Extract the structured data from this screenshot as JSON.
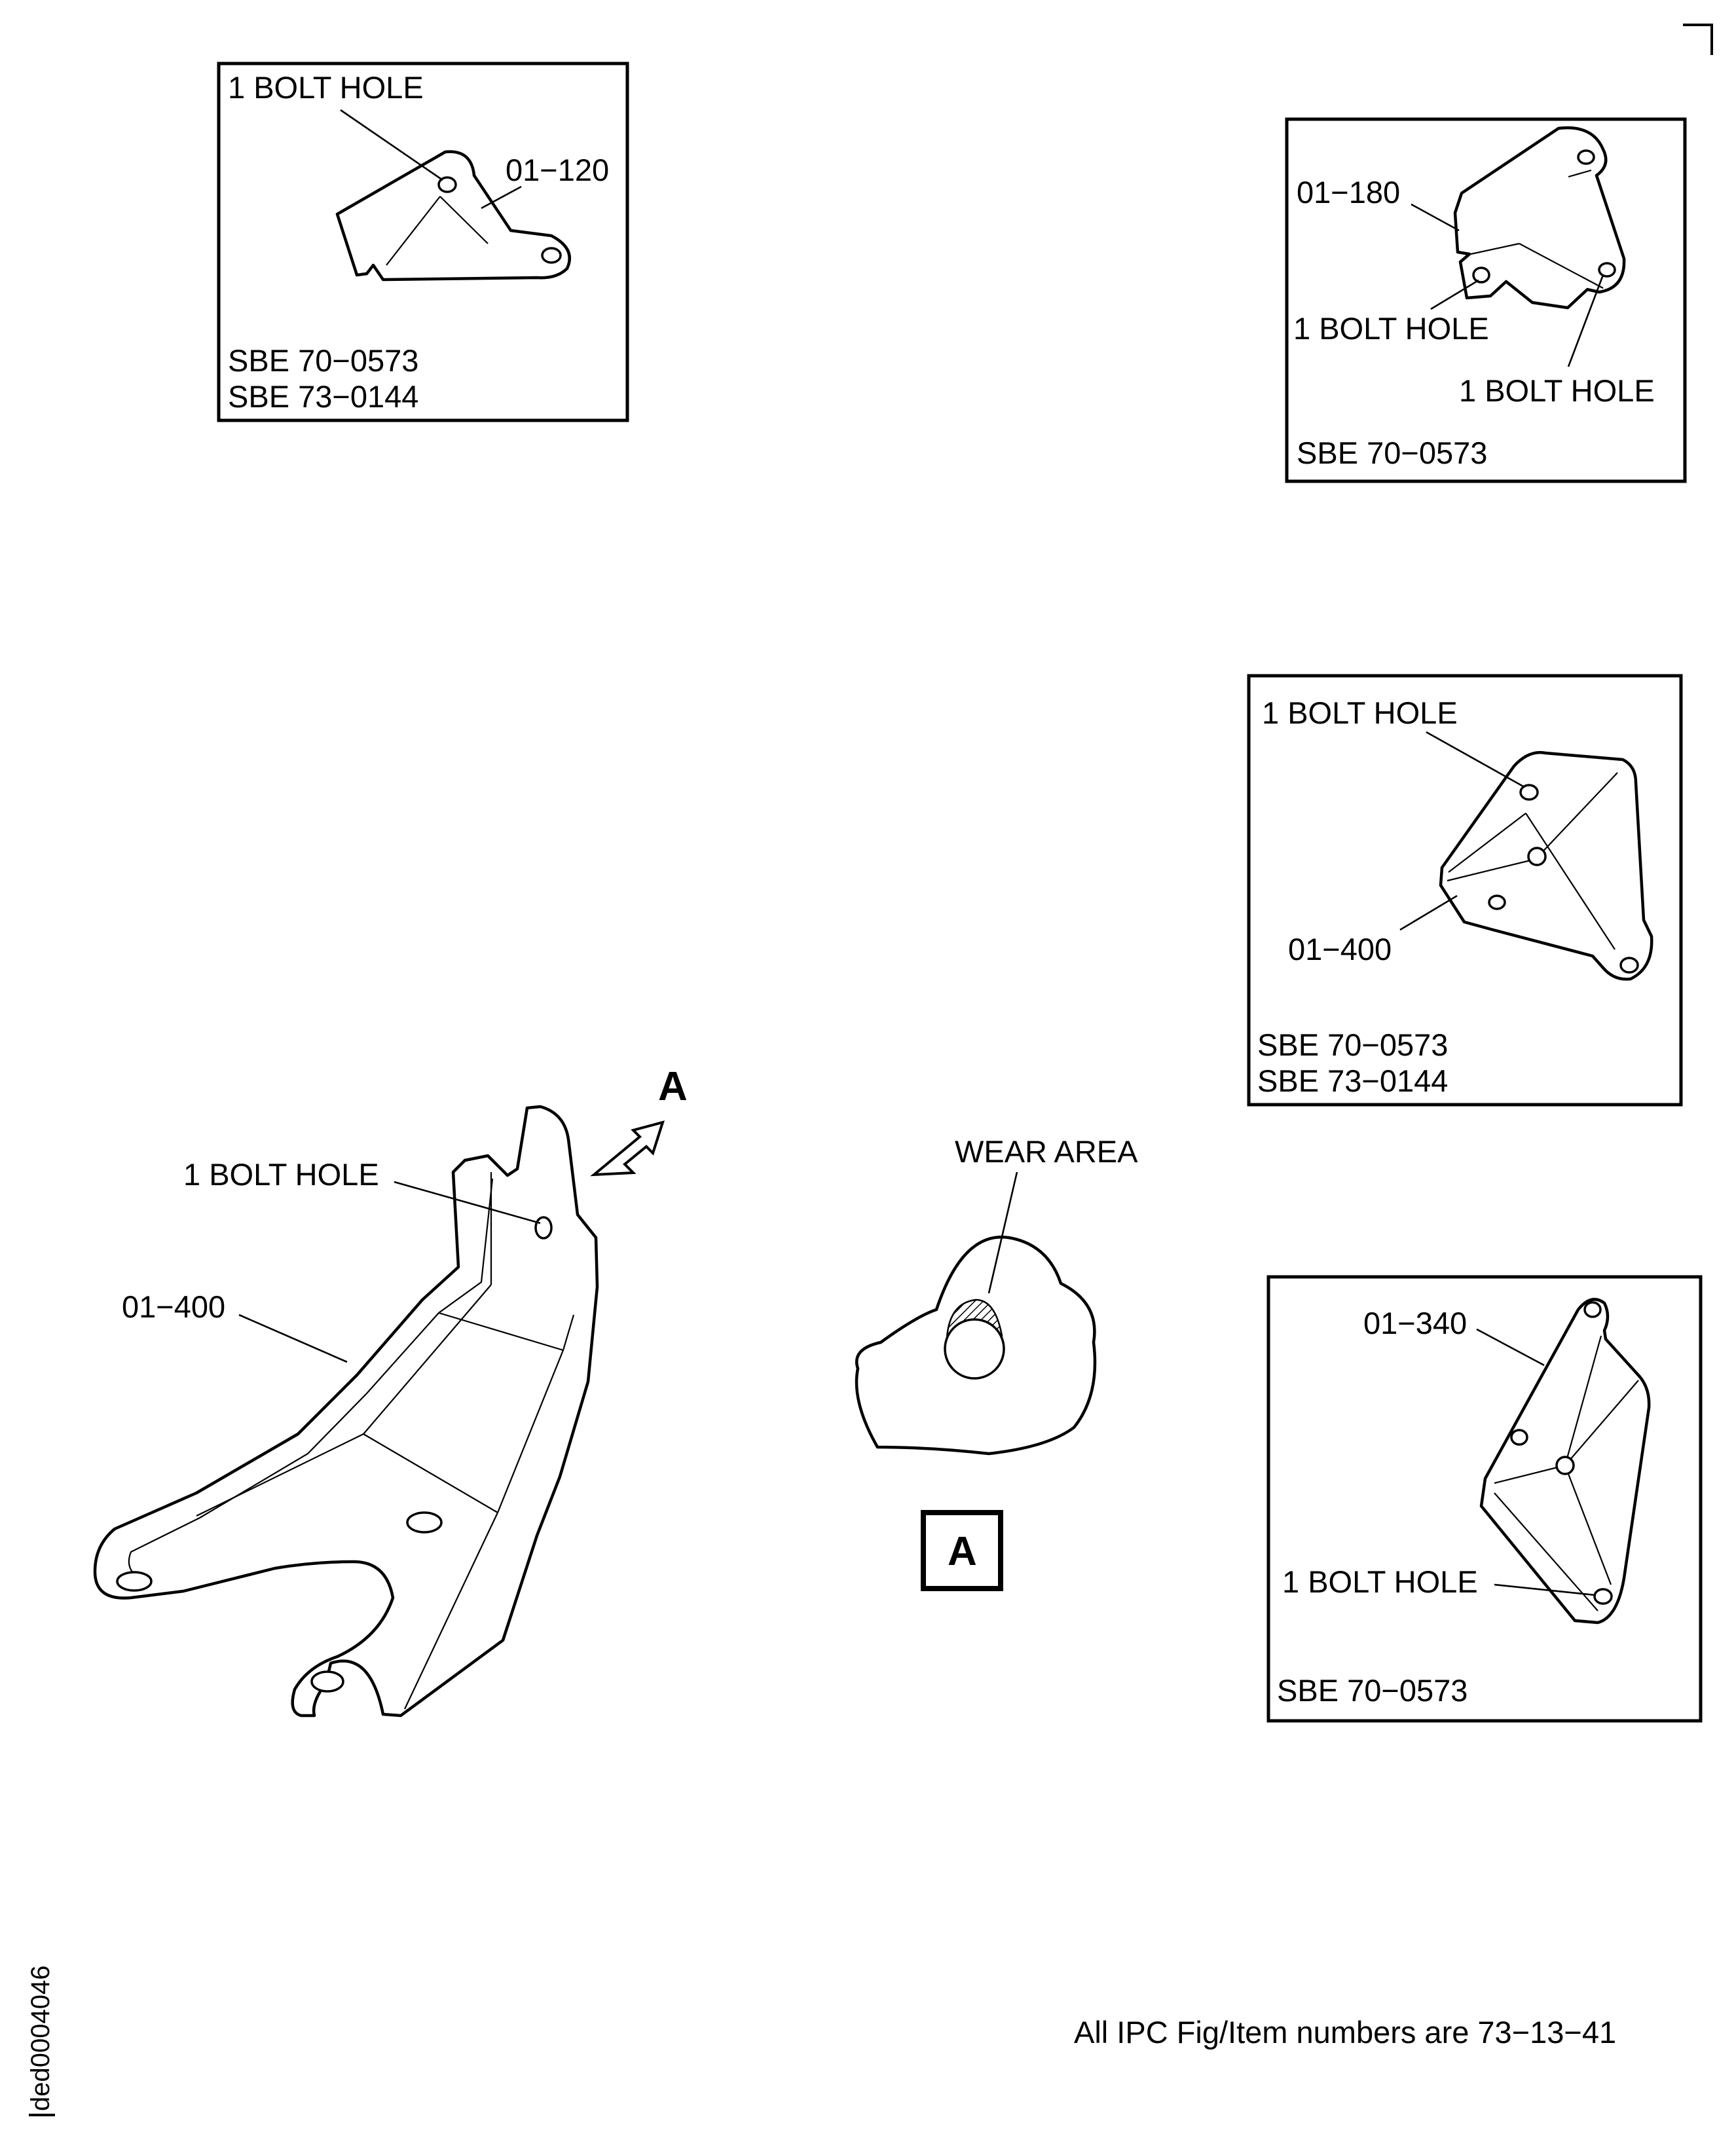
{
  "drawing_id": "ded0004046",
  "footer_note": "All IPC Fig/Item numbers are 73−13−41",
  "details": {
    "top_left": {
      "bolt_hole": "1 BOLT HOLE",
      "item": "01−120",
      "refs": [
        "SBE 70−0573",
        "SBE 73−0144"
      ]
    },
    "top_right": {
      "item": "01−180",
      "bolt_hole_1": "1 BOLT HOLE",
      "bolt_hole_2": "1 BOLT HOLE",
      "refs": [
        "SBE 70−0573"
      ]
    },
    "mid_right": {
      "bolt_hole": "1 BOLT HOLE",
      "item": "01−400",
      "refs": [
        "SBE 70−0573",
        "SBE 73−0144"
      ]
    },
    "bottom_right": {
      "item": "01−340",
      "bolt_hole": "1 BOLT HOLE",
      "refs": [
        "SBE 70−0573"
      ]
    }
  },
  "main_view": {
    "bolt_hole": "1 BOLT HOLE",
    "item": "01−400",
    "view_arrow": "A"
  },
  "detail_a": {
    "label": "WEAR AREA",
    "view_tag": "A"
  }
}
